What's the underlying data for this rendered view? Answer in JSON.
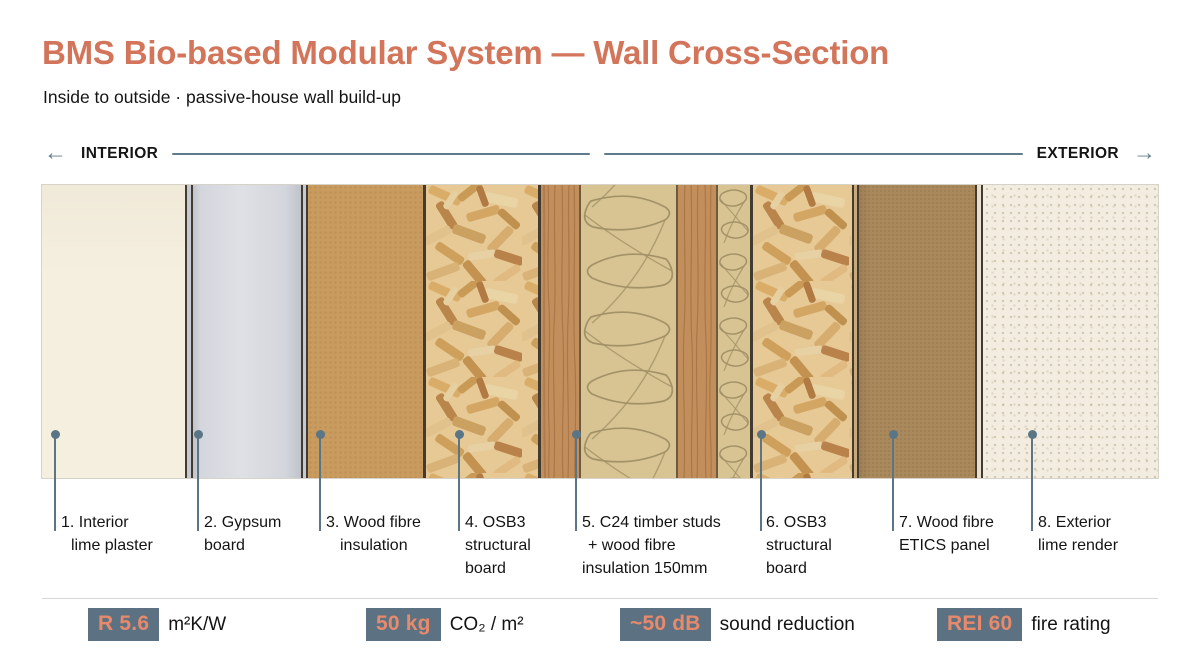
{
  "header": {
    "title": "BMS Bio-based Modular System — Wall Cross-Section",
    "subtitle": "Inside to outside · passive-house wall build-up"
  },
  "direction": {
    "interior": "INTERIOR",
    "exterior": "EXTERIOR",
    "left_arrow": "←",
    "right_arrow": "→"
  },
  "layers": [
    {
      "id": 1,
      "name": "Interior lime plaster",
      "lines": [
        "1. Interior",
        "lime plaster"
      ]
    },
    {
      "id": 2,
      "name": "Gypsum board",
      "lines": [
        "2. Gypsum",
        "board"
      ]
    },
    {
      "id": 3,
      "name": "Wood fibre insulation",
      "lines": [
        "3. Wood fibre",
        "insulation"
      ]
    },
    {
      "id": 4,
      "name": "OSB3 structural board",
      "lines": [
        "4. OSB3",
        "structural",
        "board"
      ]
    },
    {
      "id": 5,
      "name": "C24 timber studs + wood fibre insulation 150mm",
      "lines": [
        "5. C24 timber studs",
        "+ wood fibre",
        "insulation 150mm"
      ]
    },
    {
      "id": 6,
      "name": "OSB3 structural board",
      "lines": [
        "6. OSB3",
        "structural",
        "board"
      ]
    },
    {
      "id": 7,
      "name": "Wood fibre ETICS panel",
      "lines": [
        "7. Wood fibre",
        "ETICS panel"
      ]
    },
    {
      "id": 8,
      "name": "Exterior lime render",
      "lines": [
        "8. Exterior",
        "lime render"
      ]
    }
  ],
  "stats": [
    {
      "badge": "R 5.6",
      "label": "m²K/W"
    },
    {
      "badge": "50 kg",
      "label": "CO₂ / m²"
    },
    {
      "badge": "~50 dB",
      "label": "sound reduction"
    },
    {
      "badge": "REI 60",
      "label": "fire rating"
    }
  ],
  "colors": {
    "accent_coral": "#d3755b",
    "slate": "#5a7585",
    "badge_bg": "#5c7181",
    "badge_text": "#e78a6c",
    "plaster": "#f5efdf",
    "gypsum": "#d4d6dd",
    "wood_fibre": "#c99b5e",
    "osb_base": "#e6c994",
    "timber_stud": "#c28f5c",
    "batt_insulation": "#d7c492",
    "etics_panel": "#aa8a5d",
    "lime_render": "#f2ede0"
  }
}
